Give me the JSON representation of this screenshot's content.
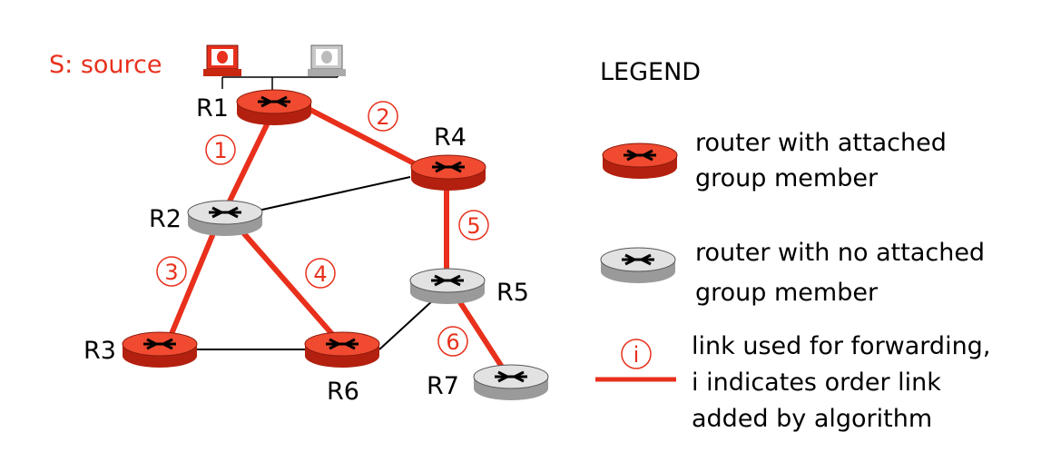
{
  "source_label": "S: source",
  "legend": {
    "title": "LEGEND",
    "member_router_line1": "router with attached",
    "member_router_line2": "group member",
    "plain_router_line1": "router with no attached",
    "plain_router_line2": "group member",
    "link_badge": "i",
    "link_line1": "link used for forwarding,",
    "link_line2": "i indicates order link",
    "link_line3": "added by algorithm"
  },
  "routers": [
    {
      "id": "R1",
      "label": "R1",
      "member": true
    },
    {
      "id": "R2",
      "label": "R2",
      "member": false
    },
    {
      "id": "R3",
      "label": "R3",
      "member": true
    },
    {
      "id": "R4",
      "label": "R4",
      "member": true
    },
    {
      "id": "R5",
      "label": "R5",
      "member": false
    },
    {
      "id": "R6",
      "label": "R6",
      "member": true
    },
    {
      "id": "R7",
      "label": "R7",
      "member": false
    }
  ],
  "forwarding_links": [
    {
      "from": "R1",
      "to": "R2",
      "order": "1"
    },
    {
      "from": "R1",
      "to": "R4",
      "order": "2"
    },
    {
      "from": "R2",
      "to": "R3",
      "order": "3"
    },
    {
      "from": "R2",
      "to": "R6",
      "order": "4"
    },
    {
      "from": "R4",
      "to": "R5",
      "order": "5"
    },
    {
      "from": "R5",
      "to": "R7",
      "order": "6"
    }
  ],
  "other_links": [
    {
      "from": "R2",
      "to": "R4"
    },
    {
      "from": "R3",
      "to": "R6"
    },
    {
      "from": "R6",
      "to": "R5"
    }
  ],
  "colors": {
    "member": "#e8301c",
    "non_member": "#d9d9d9",
    "forwarding_link": "#e8301c",
    "plain_link": "#000000"
  }
}
